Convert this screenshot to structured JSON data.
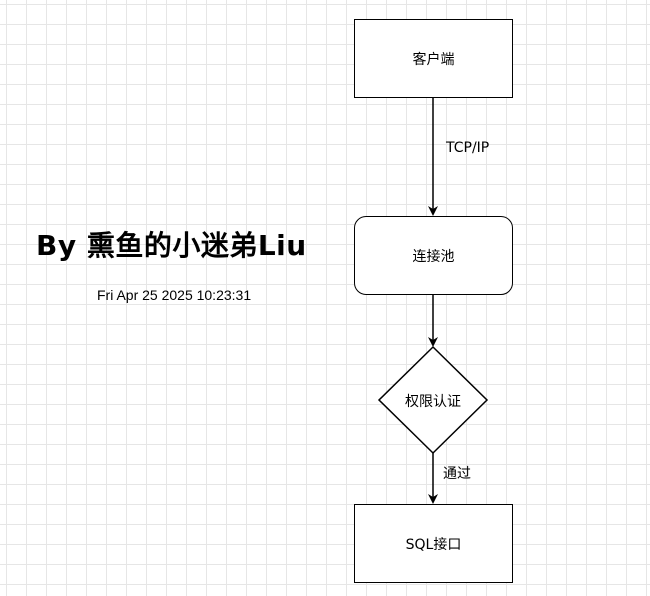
{
  "watermark": {
    "title": "By 熏鱼的小迷弟Liu",
    "timestamp": "Fri Apr 25 2025 10:23:31"
  },
  "diagram": {
    "nodes": {
      "client": "客户端",
      "pool": "连接池",
      "auth": "权限认证",
      "sql": "SQL接口"
    },
    "edges": {
      "client_to_pool": "TCP/IP",
      "pool_to_auth": "",
      "auth_to_sql": "通过"
    }
  }
}
